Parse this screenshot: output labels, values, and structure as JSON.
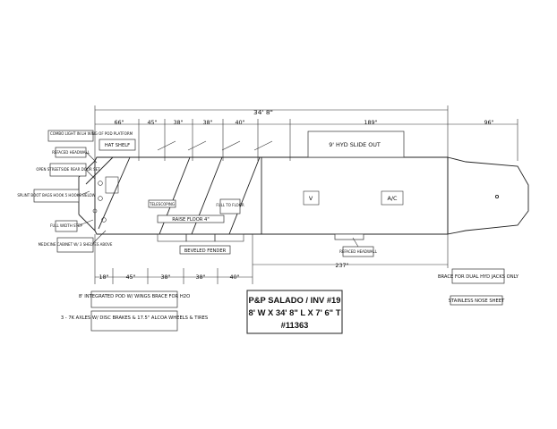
{
  "top_dimensions": {
    "overall": "34' 8\"",
    "segments": [
      "66\"",
      "45\"",
      "38\"",
      "38\"",
      "40\"",
      "189\""
    ],
    "tongue": "96\""
  },
  "bottom_dimensions": {
    "segments": [
      "18\"",
      "45\"",
      "38\"",
      "38\"",
      "40\""
    ],
    "rear_to_axle": "237\""
  },
  "left_callouts": [
    "COMBO LIGHT IN LH WING OF POD PLATFORM",
    "REFACED HEADWALL",
    "OPEN STREETSIDE REAR DOOR SET",
    "SPLINT BOOT BAGS HOOK 5 HOOKS BELOW",
    "FULL WIDTH STEP",
    "MEDICINE CABINET W/ 3 SHELVES ABOVE"
  ],
  "interior_labels": {
    "hat_shelf": "HAT SHELF",
    "telescoping": "TELESCOPING",
    "full_to_floor": "FULL TO FLOOR",
    "raise_floor": "RAISE FLOOR 4\"",
    "slide_out": "9' HYD SLIDE OUT",
    "v": "V",
    "ac": "A/C",
    "beveled_fender": "BEVELED FENDER",
    "refaced_headwall_lower": "REFACED HEADWALL"
  },
  "notes": {
    "pod": "8' INTEGRATED POD W/ WINGS BRACE FOR H2O",
    "axles": "3 - 7K AXLES W/ DISC BRAKES & 17.5\" ALCOA WHEELS & TIRES",
    "jacks": "BRACE FOR DUAL HYD JACKS ONLY",
    "nose": "STAINLESS NOSE SHEET"
  },
  "title_block": {
    "line1": "P&P SALADO / INV #19",
    "line2": "8' W X 34' 8\" L X 7' 6\" T",
    "line3": "#11363"
  }
}
